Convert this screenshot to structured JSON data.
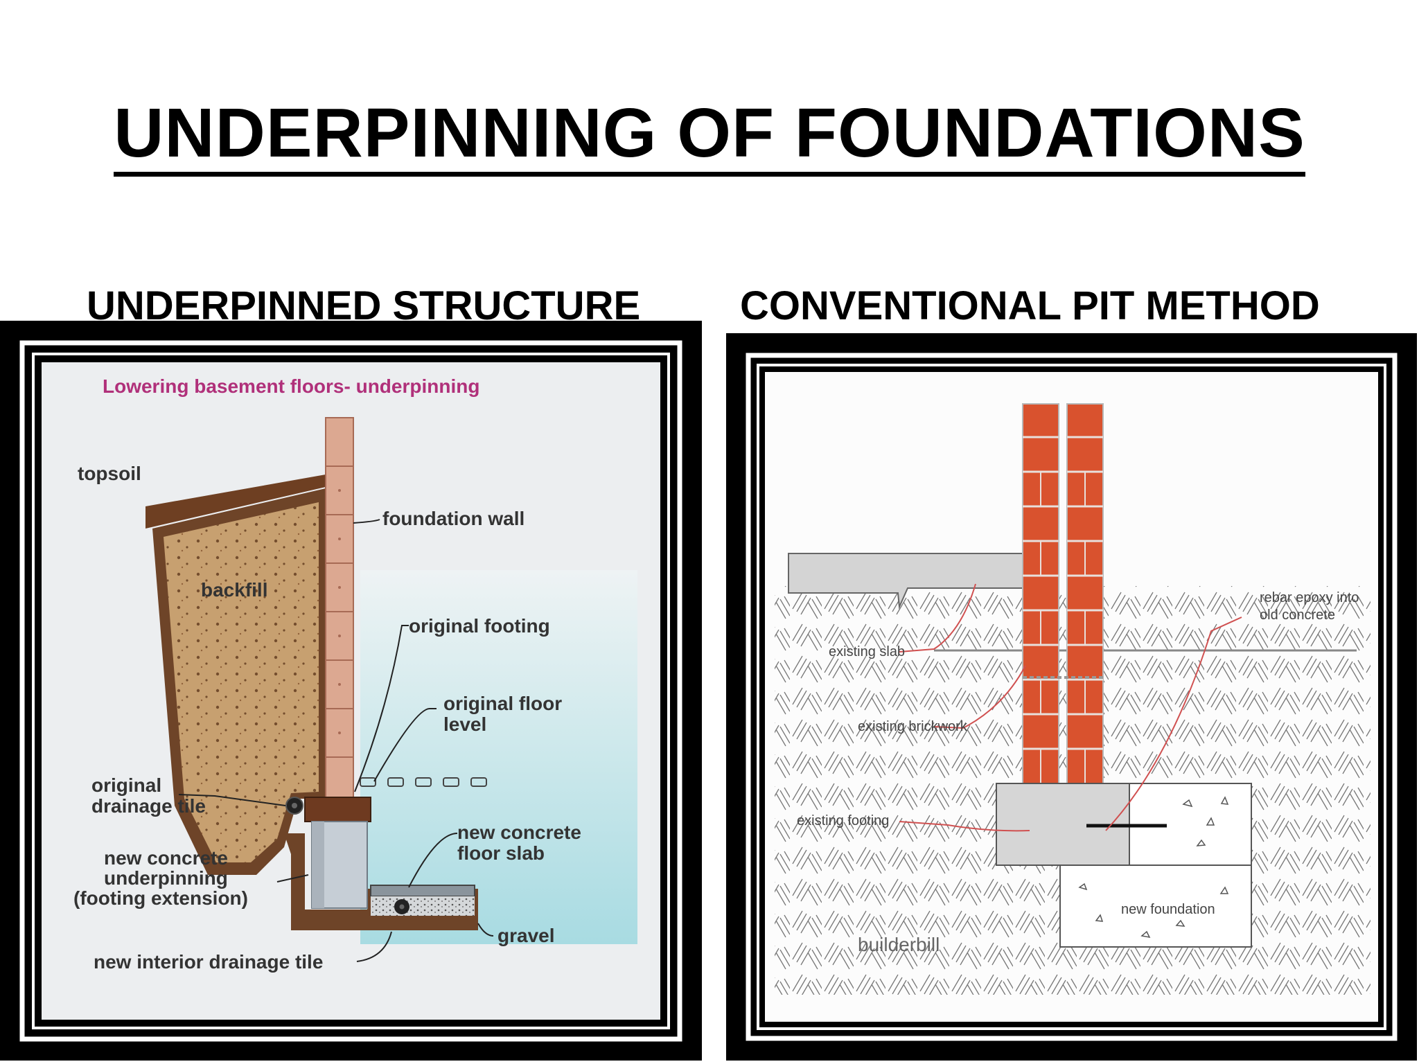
{
  "title": "UNDERPINNING OF FOUNDATIONS",
  "left_panel": {
    "heading": "UNDERPINNED STRUCTURE",
    "diagram_title": "Lowering basement floors- underpinning",
    "labels": {
      "topsoil": "topsoil",
      "backfill": "backfill",
      "foundation_wall": "foundation wall",
      "original_footing": "original footing",
      "original_floor_level_1": "original floor",
      "original_floor_level_2": "level",
      "original_drainage_tile_1": "original",
      "original_drainage_tile_2": "drainage tile",
      "new_concrete_floor_slab_1": "new concrete",
      "new_concrete_floor_slab_2": "floor slab",
      "new_concrete_underpinning_1": "new concrete",
      "new_concrete_underpinning_2": "underpinning",
      "new_concrete_underpinning_3": "(footing extension)",
      "gravel": "gravel",
      "new_interior_drainage_tile": "new interior drainage tile"
    },
    "colors": {
      "title": "#b0307a",
      "soil": "#7a4a2a",
      "backfill": "#c9a576",
      "brick": "#d9a48c",
      "sky": "#b9e0e6",
      "concrete": "#c8cfd6"
    }
  },
  "right_panel": {
    "heading": "CONVENTIONAL PIT METHOD",
    "labels": {
      "rebar_1": "rebar epoxy into",
      "rebar_2": "old concrete",
      "existing_slab": "existing slab",
      "existing_brickwork": "existing brickwork",
      "existing_footing": "existing footing",
      "new_foundation": "new foundation",
      "builderbill": "builderbill"
    },
    "colors": {
      "brick": "#d9522e",
      "concrete": "#d6d6d6",
      "leader": "#d05050"
    }
  }
}
